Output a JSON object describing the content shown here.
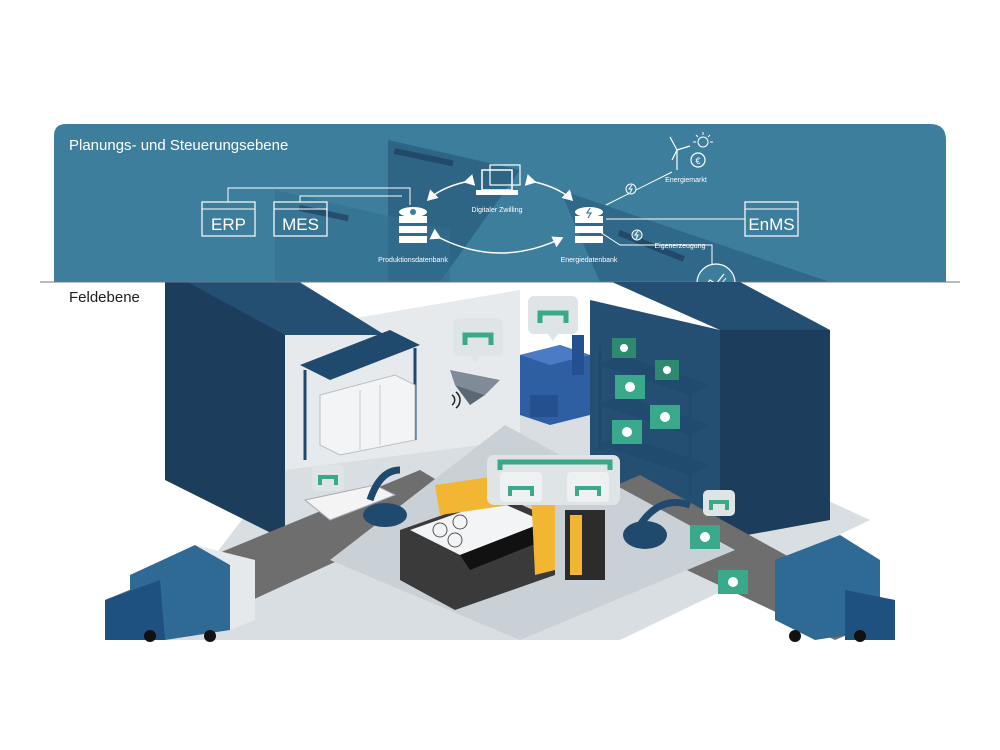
{
  "planning_layer": {
    "title": "Planungs- und Steuerungsebene"
  },
  "field_layer": {
    "title": "Feldebene"
  },
  "systems": {
    "erp": "ERP",
    "mes": "MES",
    "enms": "EnMS"
  },
  "nodes": {
    "digital_twin": "Digitaler Zwilling",
    "production_db": "Produktionsdatenbank",
    "energy_db": "Energiedatenbank",
    "energy_market": "Energiemarkt",
    "own_generation": "Eigenerzeugung"
  },
  "colors": {
    "planning_band": "#3d7e9c",
    "building_dark": "#1c3e5c",
    "building_mid": "#244e72",
    "floor": "#d9dee2",
    "conveyor": "#6e6e6e",
    "accent_green": "#3aa98b",
    "machine_blue": "#2f5fa3",
    "machine_yellow": "#f2b632"
  }
}
